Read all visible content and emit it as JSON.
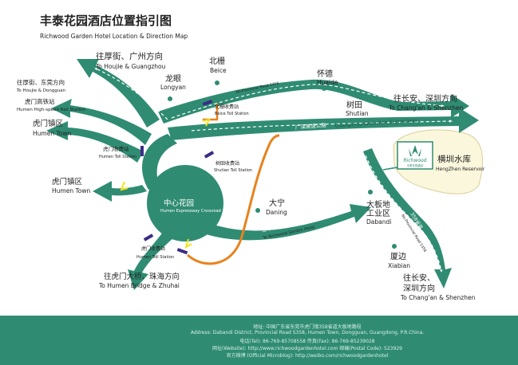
{
  "title": {
    "cn": "丰泰花园酒店位置指引图",
    "en": "Richwood Garden Hotel Location & Direction Map"
  },
  "places": {
    "houjie": {
      "cn": "往厚街、广州方向",
      "en": "To Houjie & Guangzhou"
    },
    "beice": {
      "cn": "北栅",
      "en": "Beice"
    },
    "longyan": {
      "cn": "龙眼",
      "en": "Longyan"
    },
    "huaide": {
      "cn": "怀德",
      "en": "Huaide"
    },
    "shutian": {
      "cn": "树田",
      "en": "Shutian"
    },
    "changan_top": {
      "cn": "往长安、深圳方向",
      "en": "To Chang'an & Shenzhen"
    },
    "houjie_dongguan": {
      "cn": "往厚街、东莞方向",
      "en": "To Houjie & Dongguan"
    },
    "rail": {
      "cn": "虎门高铁站",
      "en": "Humen High-speed Rail Station"
    },
    "humen_town1": {
      "cn": "虎门镇区",
      "en": "Humen Town"
    },
    "humen_town2": {
      "cn": "虎门镇区",
      "en": "Humen Town"
    },
    "daning": {
      "cn": "大宁",
      "en": "Daning"
    },
    "dabandi": {
      "cn": "大板地\n工业区",
      "en": "Dabandi"
    },
    "xiabian": {
      "cn": "厦边",
      "en": "Xiabian"
    },
    "changan_bottom": {
      "cn": "往长安、\n深圳方向",
      "en": "To Chang'an & Shenzhen"
    },
    "bridge": {
      "cn": "往虎门大桥、珠海方向",
      "en": "To Humen Bridge & Zhuhai"
    },
    "reservoir": {
      "cn": "横圳水库",
      "en": "HengZhen Reservoir"
    },
    "center": {
      "cn": "中心花园",
      "en": "Humen Expressway Crossroad"
    }
  },
  "toll_stations": {
    "beice": {
      "cn": "北栅收费站",
      "en": "Beice Toll Station"
    },
    "humen": {
      "cn": "虎门收费站",
      "en": "Humen Toll Station"
    },
    "shutian": {
      "cn": "树田收费站",
      "en": "Shutian Toll Station"
    },
    "humen2": {
      "cn": "虎门收费站",
      "en": "Humen Toll Station"
    }
  },
  "roads": {
    "s358_top": "358省道",
    "s358_top_en": "No.Provincial Road S358",
    "guanshen": "广深高速公路",
    "guanshen_en": "Guangzhou-Shenzhen Expressway",
    "to_shenzhen": "To Shenzhen",
    "to_hotel_cn": "往丰泰花园酒店",
    "to_hotel_en": "To Richwood Garden Hotel",
    "s358_bottom": "358省道",
    "s358_bottom_en": "No.Provincial Road S358"
  },
  "hotel": {
    "logo": "Richwood",
    "logo_sub": "丰泰花园酒店"
  },
  "footer": {
    "address_cn": "地址: 中国广东省东莞市虎门镇358省道大板地路段",
    "address_en": "Address: Dabandi District, Provincial Road S358, Humen Town, Dongguan, Guangdong, P.R.China.",
    "tel": "电话(Tel): 86-769-85708558  传真(Fax): 86-769-85239028",
    "web": "网址(Website): http://www.richwoodgardenhotel.com  邮编(Postal Code): 523929",
    "weibo": "官方微博 (Official Microblog): http://weibo.com/richwoodgardenhotel"
  },
  "colors": {
    "road": "#2f8c72",
    "orange_route": "#e8821e",
    "toll": "#3a2d86",
    "footer": "#2f8c72",
    "reservoir": "#fbf7dc"
  }
}
